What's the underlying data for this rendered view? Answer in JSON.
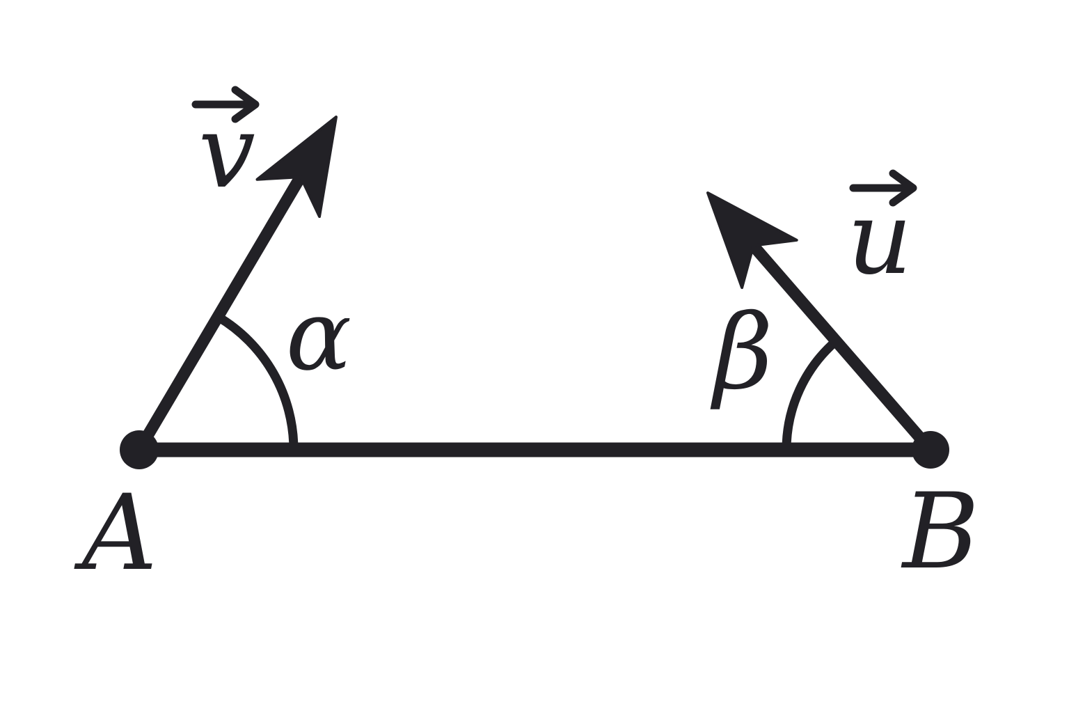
{
  "figure": {
    "title": "two vectors from endpoints of a segment",
    "background": "#ffffff",
    "ink_color": "#222126",
    "points": [
      {
        "label": "A",
        "position": "left endpoint"
      },
      {
        "label": "B",
        "right endpoint": true,
        "label_text": "B"
      }
    ],
    "segment": {
      "from": "A",
      "to": "B"
    },
    "vectors": [
      {
        "label": "v",
        "origin": "A",
        "direction": "up-right",
        "decoration": "overline-arrow"
      },
      {
        "label": "u",
        "origin": "B",
        "direction": "up-left",
        "decoration": "overline-arrow"
      }
    ],
    "angles": [
      {
        "label": "α",
        "vertex": "A",
        "between": [
          "segment AB",
          "vector v"
        ],
        "marker": "arc"
      },
      {
        "label": "β",
        "vertex": "B",
        "between": [
          "segment BA",
          "vector u"
        ],
        "marker": "arc"
      }
    ]
  },
  "labels": {
    "point_a": "A",
    "point_b": "B",
    "vector_v": "v",
    "vector_u": "u",
    "angle_alpha": "α",
    "angle_beta": "β"
  }
}
